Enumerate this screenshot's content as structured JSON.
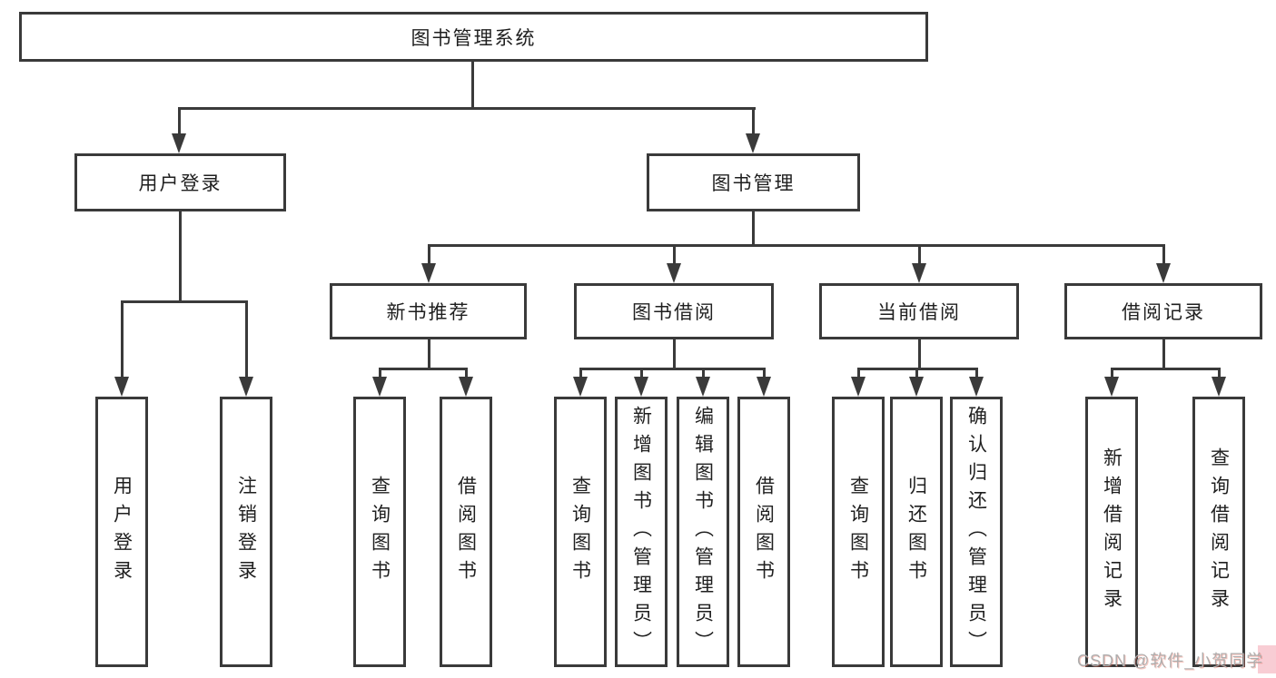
{
  "diagram": {
    "title": "图书管理系统",
    "branches": [
      {
        "label": "用户登录",
        "children": [
          {
            "label": "用户登录"
          },
          {
            "label": "注销登录"
          }
        ]
      },
      {
        "label": "图书管理",
        "groups": [
          {
            "label": "新书推荐",
            "children": [
              {
                "label": "查询图书"
              },
              {
                "label": "借阅图书"
              }
            ]
          },
          {
            "label": "图书借阅",
            "children": [
              {
                "label": "查询图书"
              },
              {
                "label": "新增图书（管理员）"
              },
              {
                "label": "编辑图书（管理员）"
              },
              {
                "label": "借阅图书"
              }
            ]
          },
          {
            "label": "当前借阅",
            "children": [
              {
                "label": "查询图书"
              },
              {
                "label": "归还图书"
              },
              {
                "label": "确认归还（管理员）"
              }
            ]
          },
          {
            "label": "借阅记录",
            "children": [
              {
                "label": "新增借阅记录"
              },
              {
                "label": "查询借阅记录"
              }
            ]
          }
        ]
      }
    ]
  },
  "colors": {
    "line": "#3a3a3a",
    "text": "#1f1f1f",
    "watermark": "#aeaeae",
    "watermark_accent": "#f6bcc6"
  },
  "watermark": {
    "text": "CSDN @软件_小贺同学"
  }
}
